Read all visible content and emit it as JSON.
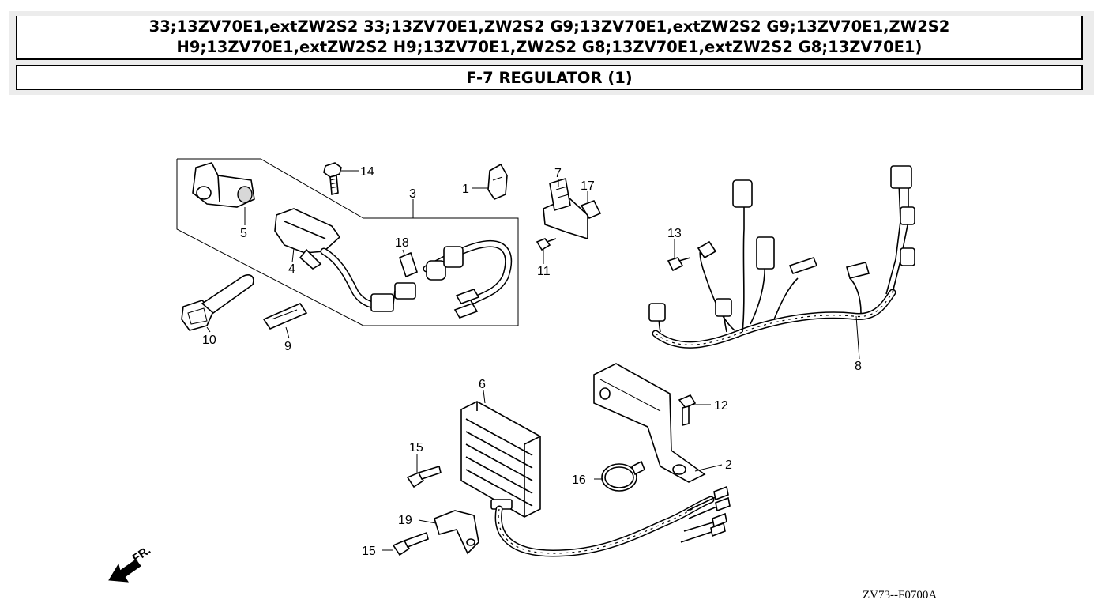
{
  "header": {
    "model_line_1": "33;13ZV70E1,extZW2S2 33;13ZV70E1,ZW2S2 G9;13ZV70E1,extZW2S2 G9;13ZV70E1,ZW2S2",
    "model_line_2": "H9;13ZV70E1,extZW2S2 H9;13ZV70E1,ZW2S2 G8;13ZV70E1,extZW2S2 G8;13ZV70E1)",
    "title": "F-7 REGULATOR (1)"
  },
  "diagram": {
    "callouts": {
      "c1": "1",
      "c2": "2",
      "c3": "3",
      "c4": "4",
      "c5": "5",
      "c6": "6",
      "c7": "7",
      "c8": "8",
      "c9": "9",
      "c10": "10",
      "c11": "11",
      "c12": "12",
      "c13": "13",
      "c14": "14",
      "c15a": "15",
      "c15b": "15",
      "c16": "16",
      "c17": "17",
      "c18": "18",
      "c19": "19"
    },
    "front_label": "FR.",
    "drawing_code": "ZV73--F0700A"
  },
  "colors": {
    "header_bg": "#ececec",
    "border": "#000000",
    "line": "#000000"
  }
}
